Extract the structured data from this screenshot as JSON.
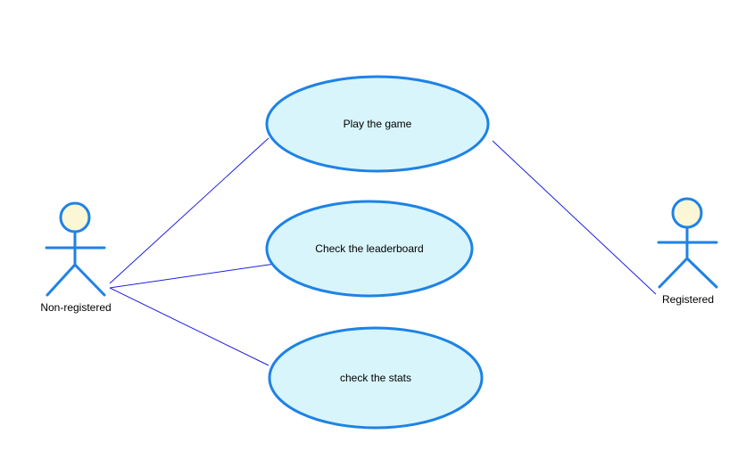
{
  "diagram": {
    "actors": [
      {
        "id": "non-registered",
        "label": "Non-registered"
      },
      {
        "id": "registered",
        "label": "Registered"
      }
    ],
    "use_cases": [
      {
        "id": "play-the-game",
        "label": "Play the game"
      },
      {
        "id": "check-the-leaderboard",
        "label": "Check the leaderboard"
      },
      {
        "id": "check-the-stats",
        "label": "check the stats"
      }
    ],
    "associations": [
      {
        "from": "non-registered",
        "to": "play-the-game"
      },
      {
        "from": "non-registered",
        "to": "check-the-leaderboard"
      },
      {
        "from": "non-registered",
        "to": "check-the-stats"
      },
      {
        "from": "registered",
        "to": "play-the-game"
      }
    ],
    "colors": {
      "outline": "#1e82e6",
      "usecase_fill": "#d8f5fb",
      "actor_head_fill": "#fbf7d6",
      "association_line": "#1f1fe0"
    }
  }
}
